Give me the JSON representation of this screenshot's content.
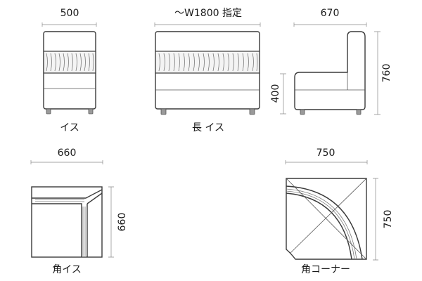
{
  "dimensions": {
    "chair_width": "500",
    "long_chair_width": "〜W1800 指定",
    "side_depth": "670",
    "seat_height": "400",
    "total_height": "760",
    "corner_chair_width": "660",
    "corner_chair_depth": "660",
    "corner_unit_width": "750",
    "corner_unit_depth": "750"
  },
  "labels": {
    "chair": "イス",
    "long_chair": "長 イス",
    "corner_chair": "角イス",
    "corner_unit": "角コーナー"
  },
  "colors": {
    "outline": "#3a3a3a",
    "dimension_line": "#888888",
    "band_fill": "#f4f4f4"
  }
}
